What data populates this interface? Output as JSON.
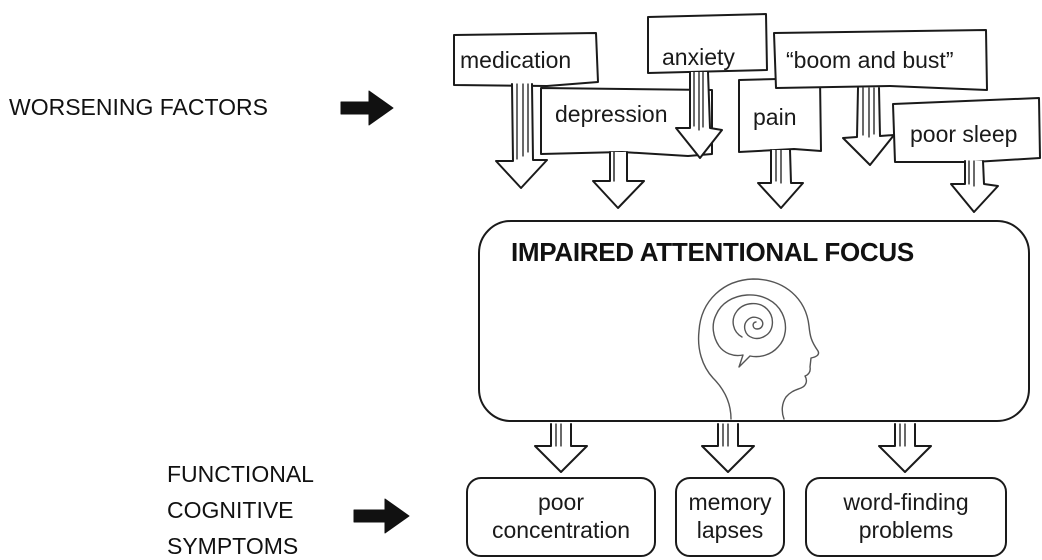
{
  "worsening": {
    "heading": "WORSENING FACTORS",
    "factors": {
      "medication": "medication",
      "anxiety": "anxiety",
      "boom_and_bust": "“boom and bust”",
      "depression": "depression",
      "pain": "pain",
      "poor_sleep": "poor sleep"
    }
  },
  "center": {
    "title": "IMPAIRED ATTENTIONAL FOCUS",
    "icon": "head-spiral-icon"
  },
  "functional": {
    "heading_line1": "FUNCTIONAL",
    "heading_line2": "COGNITIVE",
    "heading_line3": "SYMPTOMS",
    "symptoms": {
      "concentration_line1": "poor",
      "concentration_line2": "concentration",
      "memory_line1": "memory",
      "memory_line2": "lapses",
      "word_line1": "word-finding",
      "word_line2": "problems"
    }
  }
}
